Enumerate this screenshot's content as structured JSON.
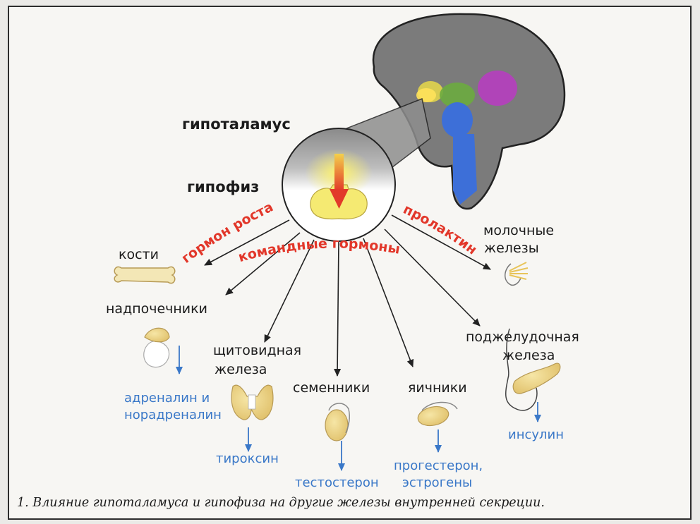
{
  "labels": {
    "hypothalamus": "гипоталамус",
    "pituitary": "гипофиз",
    "bones": "кости",
    "adrenals": "надпочечники",
    "thyroid_1": "щитовидная",
    "thyroid_2": "железа",
    "testes": "семенники",
    "ovaries": "яичники",
    "mammary_1": "молочные",
    "mammary_2": "железы",
    "pancreas_1": "поджелудочная",
    "pancreas_2": "железа"
  },
  "pathway_labels": {
    "growth_hormone": "гормон роста",
    "command_hormones": "командные гормоны",
    "prolactin": "пролактин"
  },
  "hormones": {
    "adrenal_1": "адреналин и",
    "adrenal_2": "норадреналин",
    "thyroxine": "тироксин",
    "testosterone": "тестостерон",
    "progesterone_1": "прогестерон,",
    "progesterone_2": "эстрогены",
    "insulin": "инсулин"
  },
  "caption": "1. Влияние гипоталамуса и гипофиза на другие железы внутренней секреции.",
  "colors": {
    "hormone_blue": "#3a78c8",
    "pathway_red": "#e2372a",
    "gland_yellow": "#efd98a",
    "brain_gray": "#7b7b7b"
  }
}
